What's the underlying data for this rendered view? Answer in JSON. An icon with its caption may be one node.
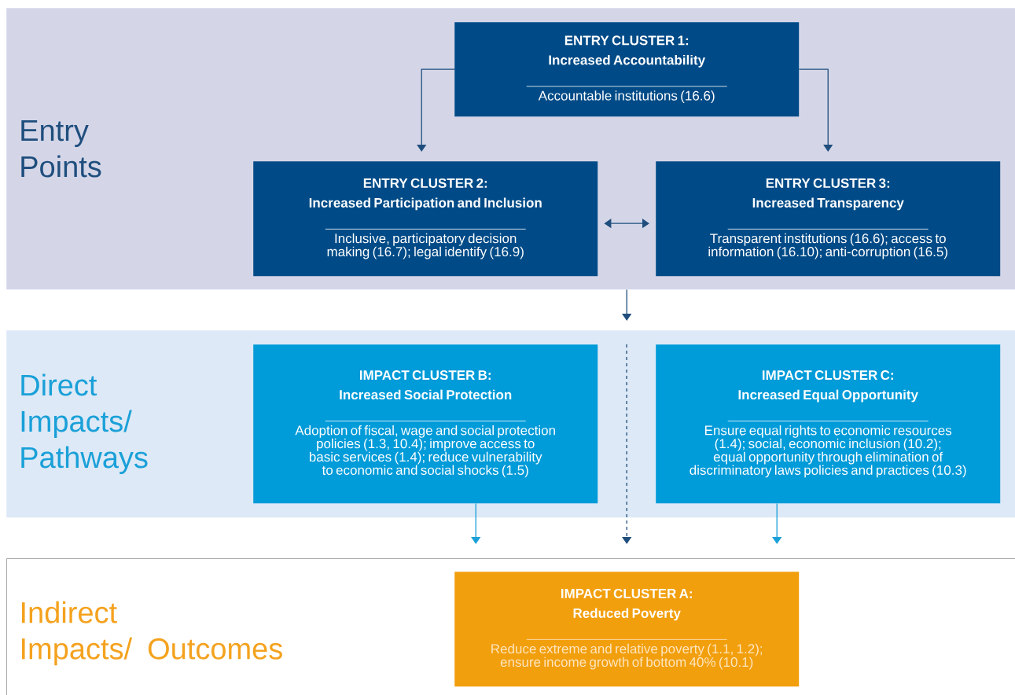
{
  "diagram": {
    "nodes": [
      {
        "text": [
          "Entry Points"
        ]
      },
      {
        "text": [
          "ENTRY CLUSTER 1:",
          "Increased Accountability",
          "Accountable institutions (16.6)"
        ],
        "in": 0
      },
      {
        "text": [
          "ENTRY CLUSTER 2:",
          "Increased Participation and Inclusion",
          "Inclusive, participatory decision making (16.7); legal identify (16.9)"
        ],
        "in": 0
      },
      {
        "text": [
          "ENTRY CLUSTER 3:",
          "Increased Transparency",
          "Transparent institutions (16.6); access to information (16.10); anti-corruption (16.5)"
        ],
        "in": 0
      },
      {
        "text": [
          "Direct Impacts/ Pathways"
        ]
      },
      {
        "text": [
          "IMPACT CLUSTER B:",
          "Increased Social Protection",
          "Adoption of fiscal, wage and social protection policies (1.3, 10.4); improve access to basic services (1.4); reduce vulnerability to economic and social shocks (1.5)"
        ],
        "in": 4
      },
      {
        "text": [
          "IMPACT CLUSTER C:",
          "Increased Equal Opportunity",
          "Ensure equal rights to economic resources (1.4); social, economic inclusion (10.2); equal opportunity through elimination of discriminatory laws policies and practices (10.3)"
        ],
        "in": 4
      },
      {
        "text": [
          "Indirect Impacts/ Outcomes"
        ]
      },
      {
        "text": [
          "IMPACT CLUSTER A:",
          "Reduced Poverty",
          "Reduce extreme and relative poverty (1.1, 1.2); ensure income growth of bottom 40% (10.1)"
        ],
        "in": 7
      }
    ],
    "edges": [
      {
        "from": 1,
        "to": 2,
        "arrow": "to"
      },
      {
        "from": 1,
        "to": 3,
        "arrow": "to"
      },
      {
        "from": 2,
        "to": 3,
        "arrow": "both"
      },
      {
        "from": 0,
        "to": 4,
        "arrow": "to"
      },
      {
        "from": null,
        "to": 7,
        "arrow": "to",
        "style": "dashed"
      },
      {
        "from": 5,
        "to": 7,
        "arrow": "to",
        "color": "#1aa0d8"
      },
      {
        "from": 6,
        "to": 7,
        "arrow": "to",
        "color": "#1aa0d8"
      }
    ]
  }
}
